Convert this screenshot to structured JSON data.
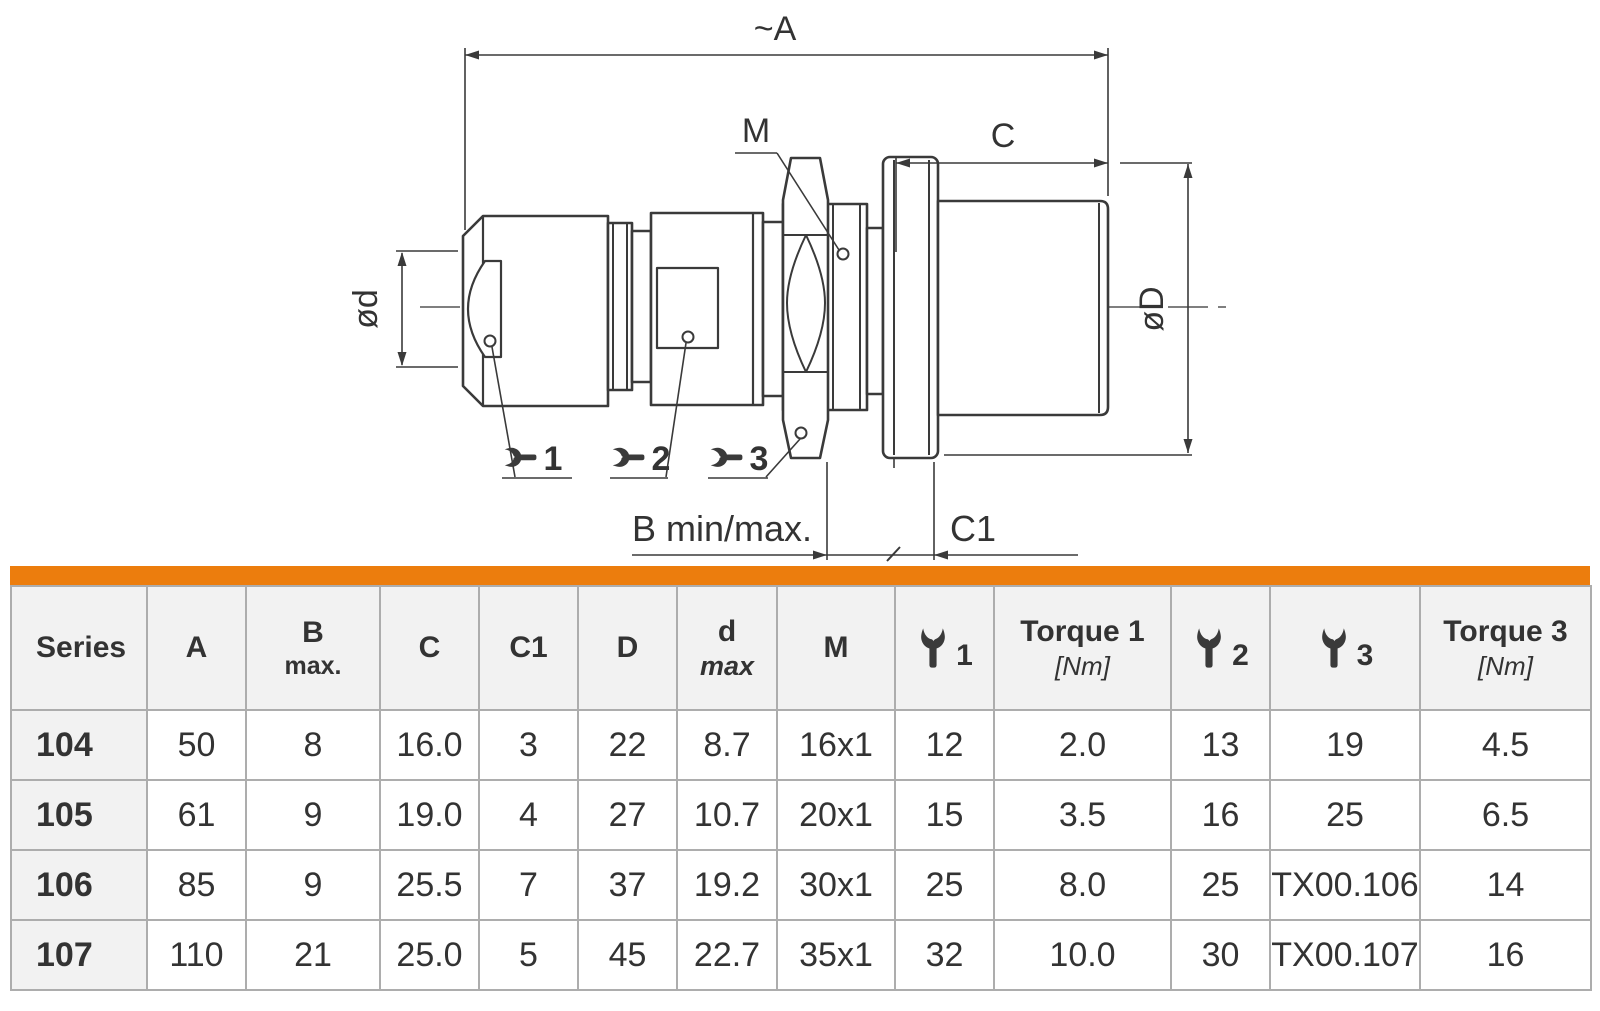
{
  "drawing": {
    "label_a": "~A",
    "label_m": "M",
    "label_c": "C",
    "label_d_small": "ød",
    "label_d_big": "øD",
    "label_b": "B min/max.",
    "label_c1": "C1",
    "wrench1": "1",
    "wrench2": "2",
    "wrench3": "3",
    "line_color": "#3a3a3a"
  },
  "table": {
    "accent_color": "#ec7d0d",
    "border_color": "#adadad",
    "header_bg": "#f2f2f2",
    "header": {
      "series": "Series",
      "a": "A",
      "b": "B",
      "b_sub": "max.",
      "c": "C",
      "c1": "C1",
      "d": "D",
      "d_small": "d",
      "d_small_sub": "max",
      "m": "M",
      "wrench1_num": "1",
      "torque1": "Torque 1",
      "torque1_sub": "[Nm]",
      "wrench2_num": "2",
      "wrench3_num": "3",
      "torque3": "Torque 3",
      "torque3_sub": "[Nm]"
    },
    "rows": [
      {
        "series": "104",
        "a": "50",
        "b": "8",
        "c": "16.0",
        "c1": "3",
        "d": "22",
        "d_max": "8.7",
        "m": "16x1",
        "w1": "12",
        "t1": "2.0",
        "w2": "13",
        "w3": "19",
        "t3": "4.5"
      },
      {
        "series": "105",
        "a": "61",
        "b": "9",
        "c": "19.0",
        "c1": "4",
        "d": "27",
        "d_max": "10.7",
        "m": "20x1",
        "w1": "15",
        "t1": "3.5",
        "w2": "16",
        "w3": "25",
        "t3": "6.5"
      },
      {
        "series": "106",
        "a": "85",
        "b": "9",
        "c": "25.5",
        "c1": "7",
        "d": "37",
        "d_max": "19.2",
        "m": "30x1",
        "w1": "25",
        "t1": "8.0",
        "w2": "25",
        "w3": "TX00.106",
        "t3": "14"
      },
      {
        "series": "107",
        "a": "110",
        "b": "21",
        "c": "25.0",
        "c1": "5",
        "d": "45",
        "d_max": "22.7",
        "m": "35x1",
        "w1": "32",
        "t1": "10.0",
        "w2": "30",
        "w3": "TX00.107",
        "t3": "16"
      }
    ]
  }
}
